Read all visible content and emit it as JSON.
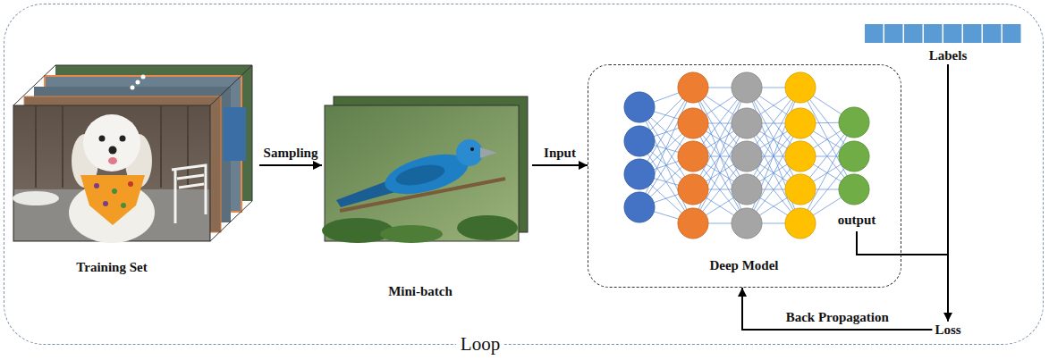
{
  "diagram": {
    "nodes": [
      {
        "text": [
          "Loop"
        ]
      },
      {
        "text": [
          "Training Set"
        ],
        "in": 0
      },
      {
        "text": [
          "Mini-batch"
        ],
        "in": 0
      },
      {
        "text": [
          "Deep Model",
          "output"
        ],
        "in": 0
      },
      {
        "text": [
          "Labels"
        ],
        "in": 0
      },
      {
        "text": [
          "Loss"
        ],
        "in": 0
      }
    ],
    "edges": [
      {
        "from": 1,
        "to": 2,
        "label": "Sampling",
        "arrow": "to"
      },
      {
        "from": 2,
        "to": 3,
        "label": "Input",
        "arrow": "to"
      },
      {
        "from": 3,
        "to": 5,
        "arrow": "to"
      },
      {
        "from": 4,
        "to": 5,
        "arrow": "to"
      },
      {
        "from": 5,
        "to": 3,
        "label": "Back Propagation",
        "arrow": "to"
      }
    ]
  }
}
